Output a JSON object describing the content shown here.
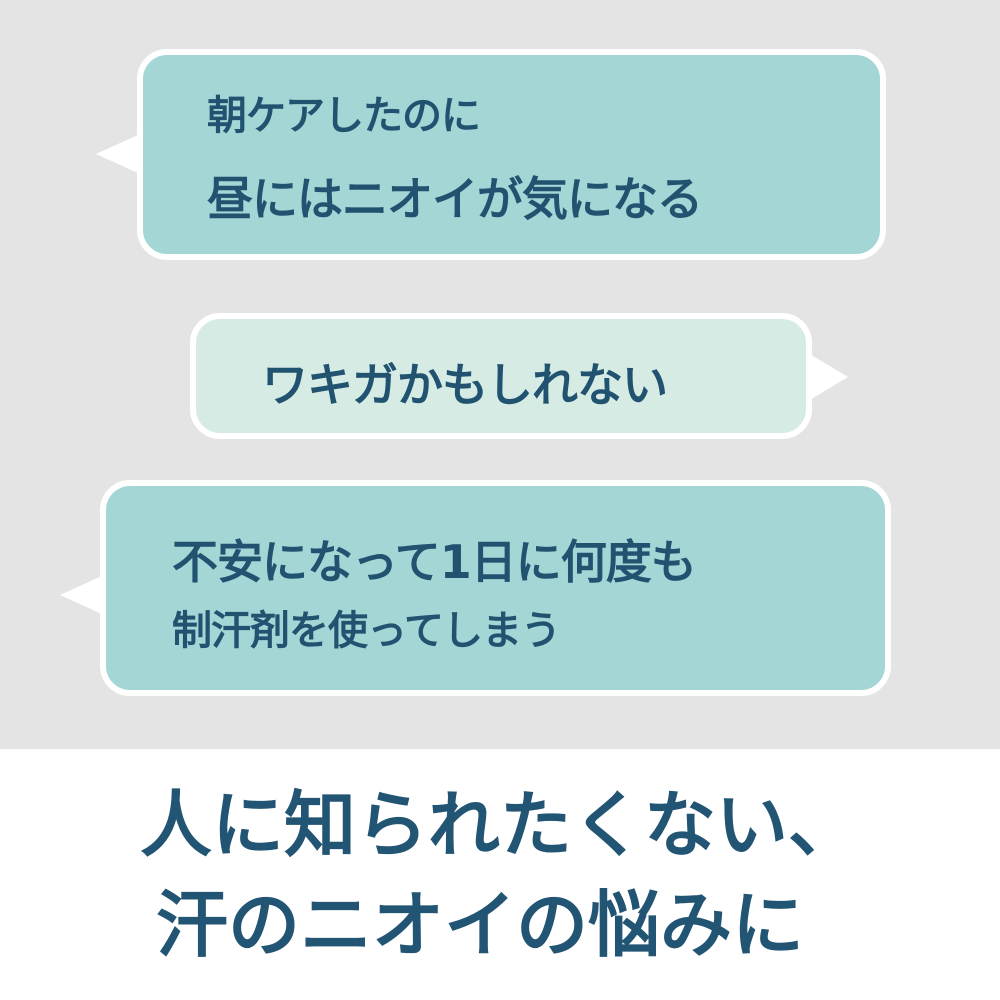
{
  "colors": {
    "background_top": "#e4e4e5",
    "background_bottom": "#ffffff",
    "bubble_teal": "#a3d6d5",
    "bubble_mint": "#d6ebe3",
    "bubble_border": "#ffffff",
    "text": "#215371"
  },
  "bubbles": [
    {
      "tail": "left",
      "lines": [
        {
          "parts": [
            {
              "text": "朝ケアしたのに",
              "bold": false
            }
          ]
        },
        {
          "parts": [
            {
              "text": "昼",
              "bold": true
            },
            {
              "text": "には",
              "bold": false
            },
            {
              "text": "ニオイ",
              "bold": true
            },
            {
              "text": "が気になる",
              "bold": false
            }
          ]
        }
      ]
    },
    {
      "tail": "right",
      "lines": [
        {
          "parts": [
            {
              "text": "ワキガ",
              "bold": true
            },
            {
              "text": "かもしれない",
              "bold": false
            }
          ]
        }
      ]
    },
    {
      "tail": "left",
      "lines": [
        {
          "parts": [
            {
              "text": "不安",
              "bold": true
            },
            {
              "text": "になって",
              "bold": false
            },
            {
              "text": "1日に何度も",
              "bold": true
            }
          ]
        },
        {
          "parts": [
            {
              "text": "制汗剤を使ってしまう",
              "bold": false
            }
          ]
        }
      ]
    }
  ],
  "headline": {
    "line1": "人に知られたくない、",
    "line2": "汗のニオイの悩みに"
  }
}
